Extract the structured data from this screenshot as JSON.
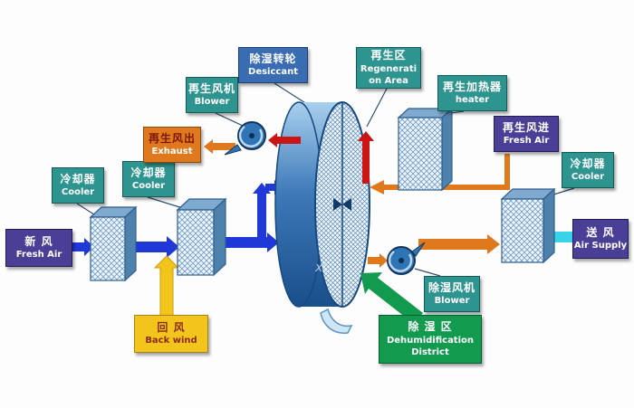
{
  "labels": {
    "fresh_air_in": {
      "cn": "新 风",
      "en": "Fresh Air"
    },
    "cooler_1": {
      "cn": "冷却器",
      "en": "Cooler"
    },
    "cooler_2": {
      "cn": "冷却器",
      "en": "Cooler"
    },
    "regen_blower": {
      "cn": "再生风机",
      "en": "Blower"
    },
    "desiccant_wheel": {
      "cn": "除湿转轮",
      "en": "Desiccant"
    },
    "regen_area": {
      "cn": "再生区",
      "en": "Regenerati",
      "en2": "on Area"
    },
    "regen_heater": {
      "cn": "再生加热器",
      "en": "heater"
    },
    "regen_exhaust": {
      "cn": "再生风出",
      "en": "Exhaust"
    },
    "regen_fresh_air": {
      "cn": "再生风进",
      "en": "Fresh Air"
    },
    "cooler_3": {
      "cn": "冷却器",
      "en": "Cooler"
    },
    "air_supply": {
      "cn": "送 风",
      "en": "Air Supply"
    },
    "back_wind": {
      "cn": "回 风",
      "en": "Back wind"
    },
    "dehum_blower": {
      "cn": "除湿风机",
      "en": "Blower"
    },
    "dehum_district": {
      "cn": "除 湿 区",
      "en": "Dehumidification",
      "en2": "District"
    }
  },
  "watermark": "xt",
  "colors": {
    "teal_box": "#2e9490",
    "purple_box": "#4a3f96",
    "blue_box": "#3a6cb4",
    "orange_box": "#e0781e",
    "yellow_box": "#f2c41c",
    "green_box": "#129a4e",
    "process_arrow_blue": "#2038d8",
    "regen_arrow_orange": "#e0781e",
    "hot_air_arrow_red": "#cc1414",
    "return_air_arrow_yellow": "#f2c41c",
    "supply_air_arrow_cyan": "#37d3e8",
    "dehum_arrow_green": "#129a4e"
  }
}
